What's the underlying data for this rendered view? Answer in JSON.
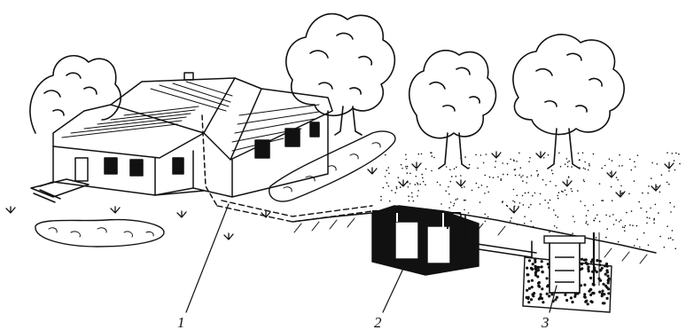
{
  "callouts": [
    {
      "id": "1",
      "label": "1"
    },
    {
      "id": "2",
      "label": "2"
    },
    {
      "id": "3",
      "label": "3"
    }
  ],
  "colors": {
    "ink": "#111111",
    "paper": "#ffffff"
  }
}
